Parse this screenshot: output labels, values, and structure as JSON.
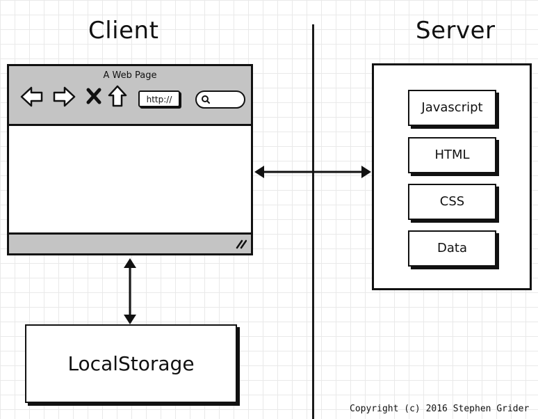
{
  "headings": {
    "client": "Client",
    "server": "Server"
  },
  "browser": {
    "title": "A Web Page",
    "url": "http://"
  },
  "server": {
    "items": [
      "Javascript",
      "HTML",
      "CSS",
      "Data"
    ]
  },
  "storage": {
    "label": "LocalStorage"
  },
  "footer": {
    "copyright": "Copyright (c) 2016 Stephen Grider"
  }
}
